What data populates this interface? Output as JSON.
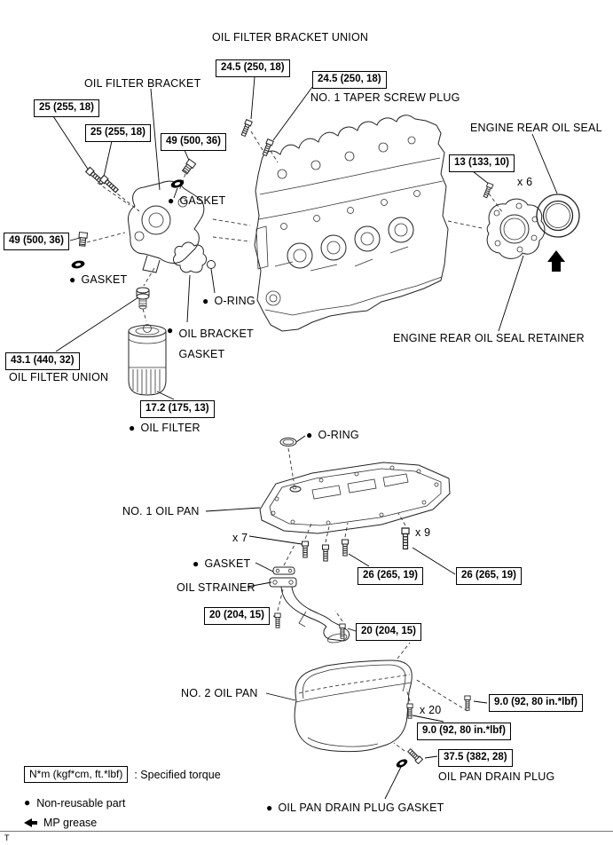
{
  "labels": {
    "bracket_union": "OIL FILTER BRACKET UNION",
    "bracket": "OIL FILTER BRACKET",
    "taper_plug": "NO. 1 TAPER SCREW PLUG",
    "rear_seal": "ENGINE REAR OIL SEAL",
    "retainer": "ENGINE REAR OIL SEAL RETAINER",
    "gasket_a": "GASKET",
    "gasket_b": "GASKET",
    "gasket_c": "GASKET",
    "oring_a": "O-RING",
    "oring_b": "O-RING",
    "bracket_gasket": "OIL BRACKET GASKET",
    "filter_union": "OIL FILTER UNION",
    "oil_filter": "OIL FILTER",
    "no1_pan": "NO. 1 OIL PAN",
    "strainer": "OIL STRAINER",
    "no2_pan": "NO. 2 OIL PAN",
    "drain_plug": "OIL PAN DRAIN PLUG",
    "drain_gasket": "OIL PAN DRAIN PLUG GASKET"
  },
  "counts": {
    "x6": "x 6",
    "x7": "x 7",
    "x9": "x 9",
    "x20": "x 20"
  },
  "torques": {
    "t24_a": "24.5 (250, 18)",
    "t24_b": "24.5 (250, 18)",
    "t25_a": "25 (255, 18)",
    "t25_b": "25 (255, 18)",
    "t49_a": "49 (500, 36)",
    "t49_b": "49 (500, 36)",
    "t13": "13 (133, 10)",
    "t43": "43.1 (440, 32)",
    "t17": "17.2 (175, 13)",
    "t26_a": "26 (265, 19)",
    "t26_b": "26 (265, 19)",
    "t20_a": "20 (204, 15)",
    "t20_b": "20 (204, 15)",
    "t9_a": "9.0 (92, 80 in.*lbf)",
    "t9_b": "9.0 (92, 80 in.*lbf)",
    "t37": "37.5 (382, 28)"
  },
  "legend": {
    "torque_unit": "N*m (kgf*cm, ft.*lbf)",
    "torque_desc": ": Specified torque",
    "non_reusable": "Non-reusable part",
    "mp_grease": "MP grease"
  },
  "glyphs": {
    "bullet": "●"
  },
  "footer": {
    "mark": "T"
  }
}
